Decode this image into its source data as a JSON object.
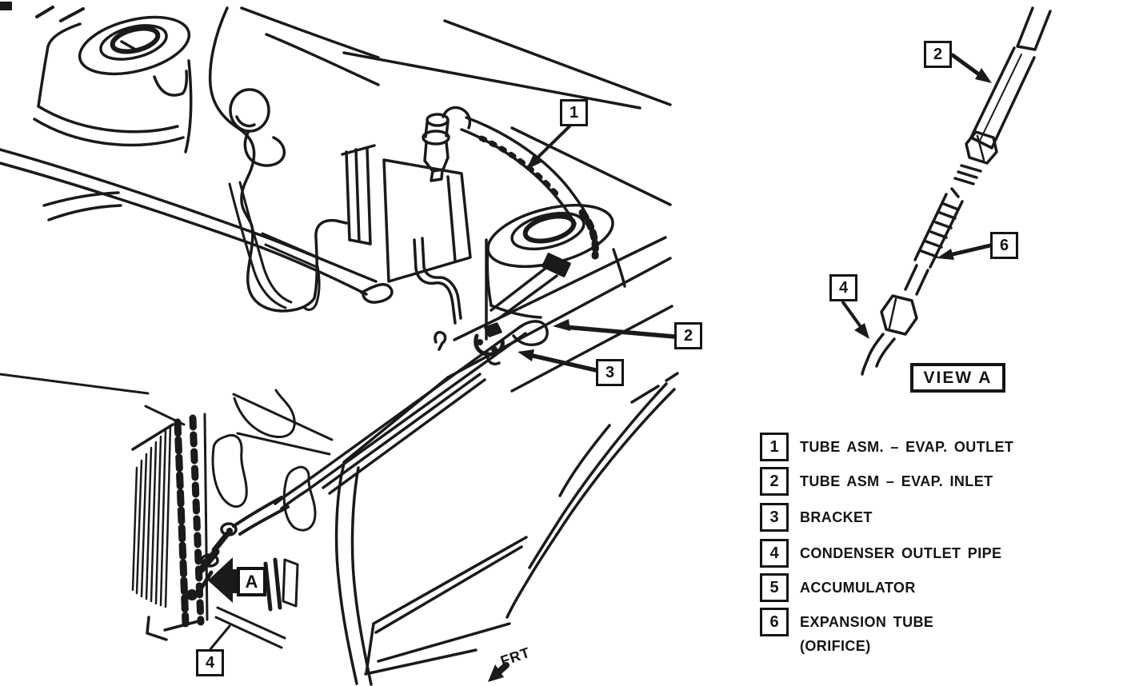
{
  "figure": {
    "kind": "service-manual line illustration",
    "subject": "A/C refrigerant tube routing",
    "ink_color": "#141414",
    "paper_color": "#ffffff"
  },
  "main_view": {
    "callouts": [
      {
        "id": "1",
        "label": "1"
      },
      {
        "id": "2",
        "label": "2"
      },
      {
        "id": "3",
        "label": "3"
      },
      {
        "id": "4",
        "label": "4"
      }
    ],
    "view_direction_label": "A",
    "direction_label": "FRT"
  },
  "detail_view": {
    "title": "VIEW A",
    "callouts": [
      {
        "id": "2",
        "label": "2"
      },
      {
        "id": "6",
        "label": "6"
      },
      {
        "id": "4",
        "label": "4"
      }
    ]
  },
  "legend": {
    "items": [
      {
        "number": "1",
        "description": "TUBE ASM. – EVAP. OUTLET"
      },
      {
        "number": "2",
        "description": "TUBE ASM – EVAP. INLET"
      },
      {
        "number": "3",
        "description": "BRACKET"
      },
      {
        "number": "4",
        "description": "CONDENSER OUTLET PIPE"
      },
      {
        "number": "5",
        "description": "ACCUMULATOR"
      },
      {
        "number": "6",
        "description": "EXPANSION TUBE",
        "description2": "(ORIFICE)"
      }
    ]
  }
}
